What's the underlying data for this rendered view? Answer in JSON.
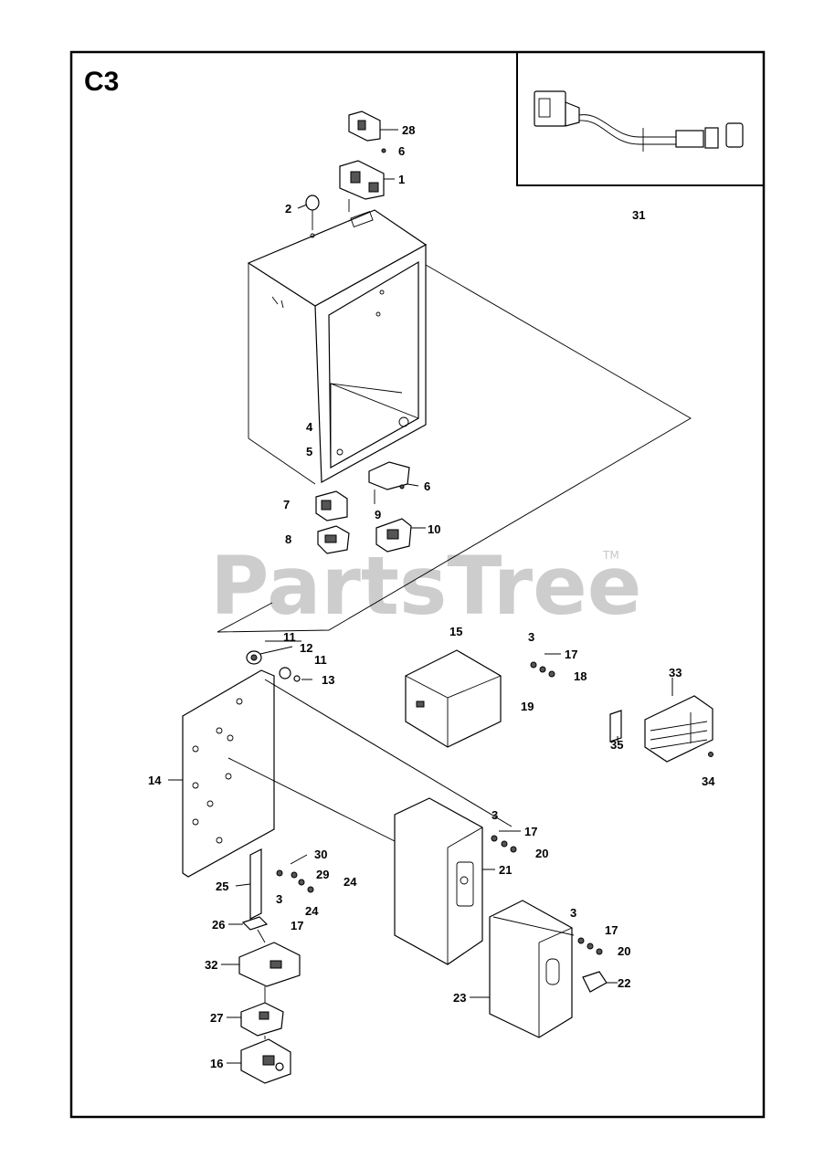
{
  "diagram": {
    "id": "C3",
    "watermark": "PartsTree",
    "trademark": "TM"
  },
  "callouts": [
    {
      "key": "c28",
      "label": "28"
    },
    {
      "key": "c6a",
      "label": "6"
    },
    {
      "key": "c1",
      "label": "1"
    },
    {
      "key": "c2",
      "label": "2"
    },
    {
      "key": "c31",
      "label": "31"
    },
    {
      "key": "c4",
      "label": "4"
    },
    {
      "key": "c5",
      "label": "5"
    },
    {
      "key": "c6b",
      "label": "6"
    },
    {
      "key": "c7",
      "label": "7"
    },
    {
      "key": "c9",
      "label": "9"
    },
    {
      "key": "c8",
      "label": "8"
    },
    {
      "key": "c10",
      "label": "10"
    },
    {
      "key": "c11a",
      "label": "11"
    },
    {
      "key": "c12",
      "label": "12"
    },
    {
      "key": "c11b",
      "label": "11"
    },
    {
      "key": "c13",
      "label": "13"
    },
    {
      "key": "c15",
      "label": "15"
    },
    {
      "key": "c3a",
      "label": "3"
    },
    {
      "key": "c17a",
      "label": "17"
    },
    {
      "key": "c18",
      "label": "18"
    },
    {
      "key": "c19",
      "label": "19"
    },
    {
      "key": "c33",
      "label": "33"
    },
    {
      "key": "c35",
      "label": "35"
    },
    {
      "key": "c34",
      "label": "34"
    },
    {
      "key": "c14",
      "label": "14"
    },
    {
      "key": "c3b",
      "label": "3"
    },
    {
      "key": "c17b",
      "label": "17"
    },
    {
      "key": "c20a",
      "label": "20"
    },
    {
      "key": "c21",
      "label": "21"
    },
    {
      "key": "c30",
      "label": "30"
    },
    {
      "key": "c29",
      "label": "29"
    },
    {
      "key": "c24a",
      "label": "24"
    },
    {
      "key": "c25",
      "label": "25"
    },
    {
      "key": "c3c",
      "label": "3"
    },
    {
      "key": "c24b",
      "label": "24"
    },
    {
      "key": "c26",
      "label": "26"
    },
    {
      "key": "c17c",
      "label": "17"
    },
    {
      "key": "c3d",
      "label": "3"
    },
    {
      "key": "c17d",
      "label": "17"
    },
    {
      "key": "c20b",
      "label": "20"
    },
    {
      "key": "c32",
      "label": "32"
    },
    {
      "key": "c22",
      "label": "22"
    },
    {
      "key": "c23",
      "label": "23"
    },
    {
      "key": "c27",
      "label": "27"
    },
    {
      "key": "c16",
      "label": "16"
    }
  ]
}
